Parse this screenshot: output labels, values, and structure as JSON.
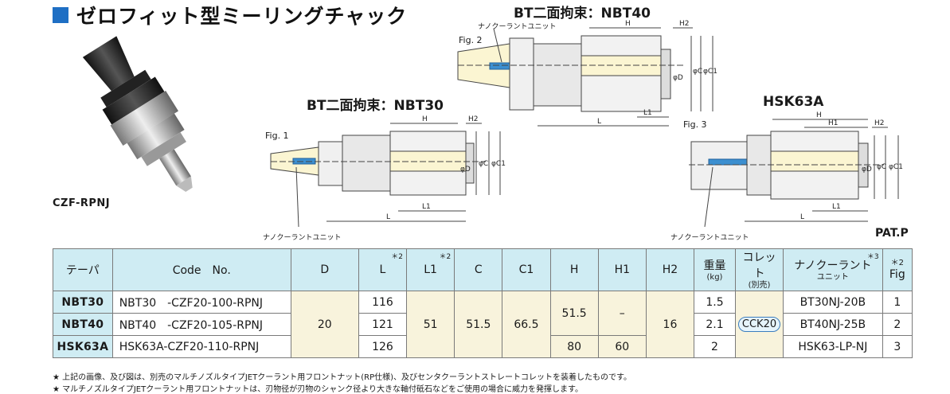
{
  "title": "ゼロフィット型ミーリングチャック",
  "product_label": "CZF-RPNJ",
  "diagrams": {
    "nbt40": {
      "label": "BT二面拘束：NBT40",
      "fig": "Fig. 2",
      "note": "ナノクーラントユニット"
    },
    "nbt30": {
      "label": "BT二面拘束：NBT30",
      "fig": "Fig. 1",
      "note": "ナノクーラントユニット"
    },
    "hsk63a": {
      "label": "HSK63A",
      "fig": "Fig. 3",
      "note": "ナノクーラントユニット"
    },
    "dims": {
      "H": "H",
      "H1": "H1",
      "H2": "H2",
      "L": "L",
      "L1": "L1",
      "D": "φD",
      "C": "φC",
      "C1": "φC1"
    }
  },
  "patp": "PAT.P",
  "table": {
    "headers": {
      "taper": "テーパ",
      "code": "Code　No.",
      "D": "D",
      "L": "L",
      "L1": "L1",
      "C": "C",
      "C1": "C1",
      "H": "H",
      "H1": "H1",
      "H2": "H2",
      "weight": "重量",
      "weight_unit": "(kg)",
      "collet": "コレット",
      "collet_sub": "(別売)",
      "nano": "ナノクーラント",
      "nano_sub": "ユニット",
      "fig": "Fig",
      "star2": "＊2",
      "star3": "＊3"
    },
    "rows": [
      {
        "taper": "NBT30",
        "code": "NBT30　-CZF20-100-RPNJ",
        "L": "116",
        "weight": "1.5",
        "nano": "BT30NJ-20B",
        "fig": "1"
      },
      {
        "taper": "NBT40",
        "code": "NBT40　-CZF20-105-RPNJ",
        "L": "121",
        "weight": "2.1",
        "nano": "BT40NJ-25B",
        "fig": "2"
      },
      {
        "taper": "HSK63A",
        "code": "HSK63A-CZF20-110-RPNJ",
        "L": "126",
        "weight": "2",
        "nano": "HSK63-LP-NJ",
        "fig": "3"
      }
    ],
    "shared": {
      "D": "20",
      "L1": "51",
      "C": "51.5",
      "C1": "66.5",
      "H_bt": "51.5",
      "H_hsk": "80",
      "H1_bt": "–",
      "H1_hsk": "60",
      "H2": "16",
      "collet": "CCK20"
    }
  },
  "footnotes": [
    "★ 上記の画像、及び図は、別売のマルチノズルタイプJETクーラント用フロントナット(RP仕様)、及びセンタクーラントストレートコレットを装着したものです。",
    "★ マルチノズルタイプJETクーラント用フロントナットは、刃物径が刃物のシャンク径より大きな軸付砥石などをご使用の場合に威力を発揮します。"
  ]
}
